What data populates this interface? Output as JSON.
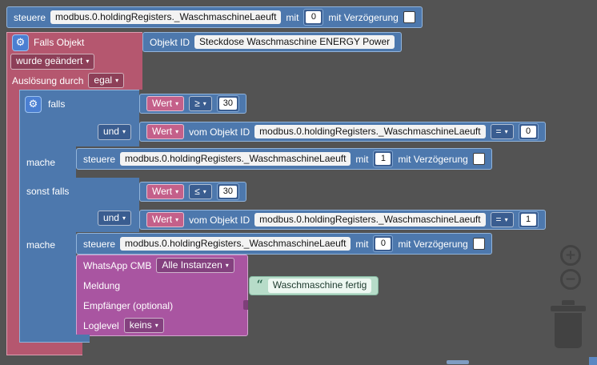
{
  "icons": {
    "caret": "▾",
    "gear": "⚙",
    "quote": "“",
    "zoom_in": "+",
    "zoom_out": "−"
  },
  "trigger": {
    "title": "Falls Objekt",
    "objekt_id": {
      "label": "Objekt ID",
      "value": "Steckdose Waschmaschine ENERGY Power"
    },
    "change_dropdown": "wurde geändert",
    "ausloesung_label": "Auslösung durch",
    "ausloesung_value": "egal"
  },
  "steuere": [
    {
      "keyword": "steuere",
      "oid": "modbus.0.holdingRegisters._WaschmaschineLaeuft",
      "mit_label": "mit",
      "value": "0",
      "delay_label": "mit Verzögerung"
    },
    {
      "keyword": "steuere",
      "oid": "modbus.0.holdingRegisters._WaschmaschineLaeuft",
      "mit_label": "mit",
      "value": "1",
      "delay_label": "mit Verzögerung"
    },
    {
      "keyword": "steuere",
      "oid": "modbus.0.holdingRegisters._WaschmaschineLaeuft",
      "mit_label": "mit",
      "value": "0",
      "delay_label": "mit Verzögerung"
    }
  ],
  "if_block": {
    "falls_label": "falls",
    "und_label": "und",
    "mache_label": "mache",
    "sonst_label": "sonst falls",
    "conditions": [
      {
        "wert": "Wert",
        "op": "≥",
        "value": "30"
      },
      {
        "wert": "Wert",
        "vom_label": "vom Objekt ID",
        "oid": "modbus.0.holdingRegisters._WaschmaschineLaeuft",
        "op": "=",
        "value": "0"
      },
      {
        "wert": "Wert",
        "op": "≤",
        "value": "30"
      },
      {
        "wert": "Wert",
        "vom_label": "vom Objekt ID",
        "oid": "modbus.0.holdingRegisters._WaschmaschineLaeuft",
        "op": "=",
        "value": "1"
      }
    ]
  },
  "whatsapp": {
    "title": "WhatsApp CMB",
    "instances_value": "Alle Instanzen",
    "meldung_label": "Meldung",
    "message_text": "Waschmaschine fertig",
    "empfaenger_label": "Empfänger (optional)",
    "loglevel_label": "Loglevel",
    "loglevel_value": "keins"
  }
}
